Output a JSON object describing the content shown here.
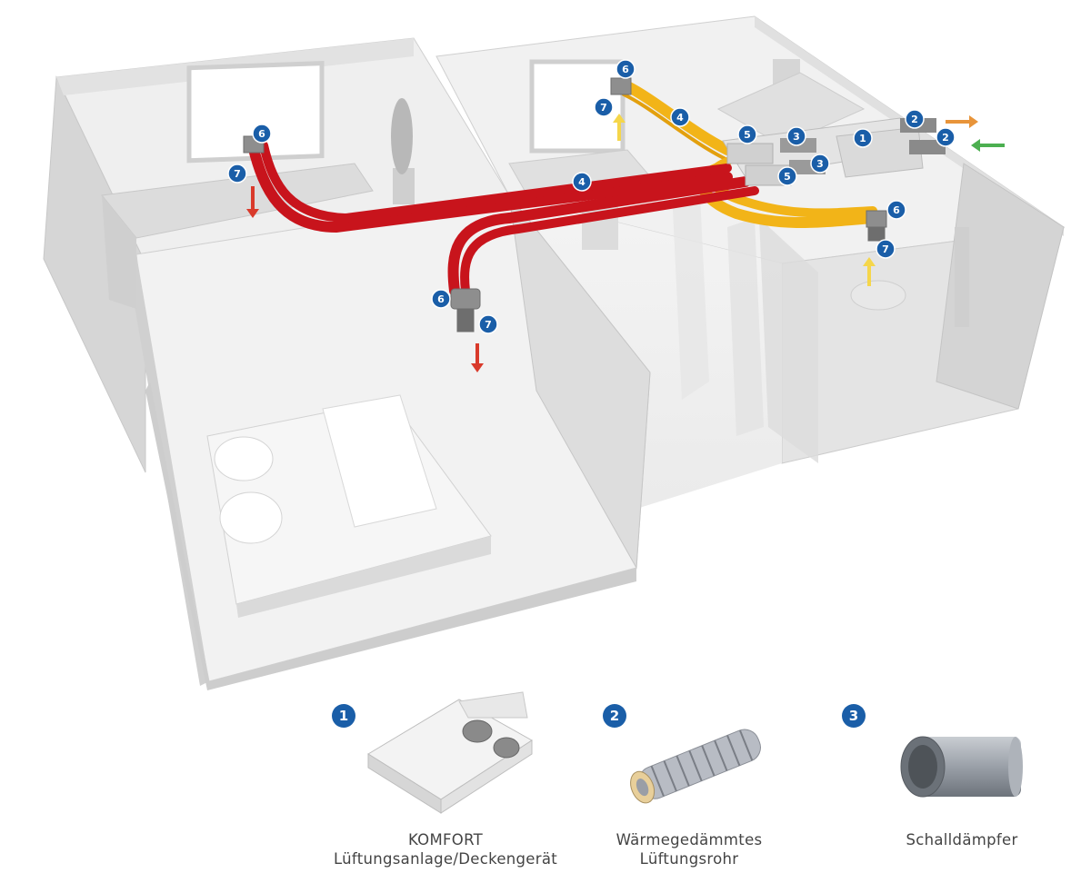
{
  "colors": {
    "badge": "#1a5ea8",
    "supply_duct": "#c8141c",
    "extract_duct": "#f2b418",
    "arrow_supply": "#d93a2b",
    "arrow_extract": "#f5d64a",
    "arrow_exhaust": "#e8943a",
    "arrow_fresh": "#4caf50"
  },
  "diagram": {
    "markers": [
      "1",
      "2",
      "2",
      "3",
      "3",
      "4",
      "4",
      "5",
      "5",
      "6",
      "6",
      "6",
      "6",
      "7",
      "7",
      "7",
      "7"
    ]
  },
  "legend": [
    {
      "number": "1",
      "line1": "KOMFORT",
      "line2": "Lüftungsanlage/Deckengerät",
      "icon": "ceiling-ventilation-unit"
    },
    {
      "number": "2",
      "line1": "Wärmegedämmtes",
      "line2": "Lüftungsrohr",
      "icon": "insulated-flexible-duct"
    },
    {
      "number": "3",
      "line1": "Schalldämpfer",
      "line2": "",
      "icon": "silencer-cylinder"
    }
  ]
}
